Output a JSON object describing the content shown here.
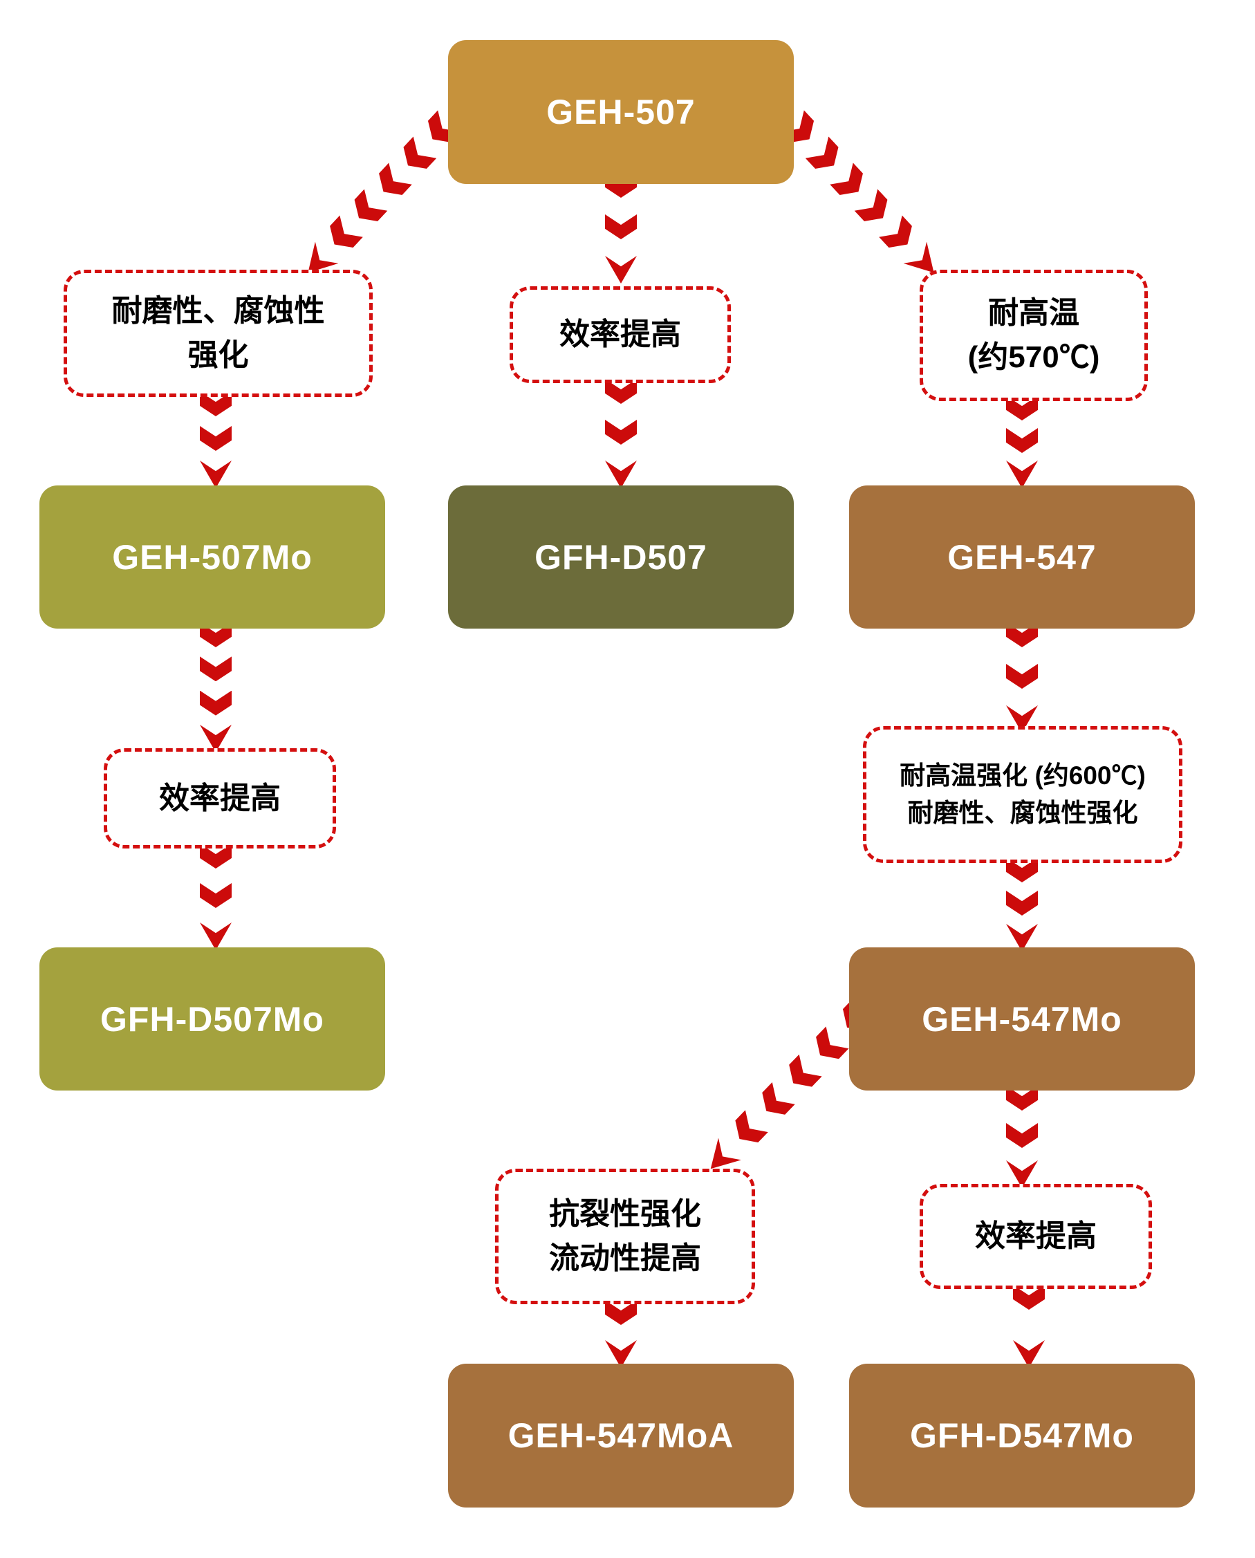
{
  "diagram": {
    "arrow_color": "#cc0b0b",
    "label_border_color": "#d40f0f",
    "nodes": [
      {
        "label": "GEH-507",
        "color": "#c6923c"
      },
      {
        "label": "GEH-507Mo",
        "color": "#a4a23e"
      },
      {
        "label": "GFH-D507",
        "color": "#6c6c3a"
      },
      {
        "label": "GEH-547",
        "color": "#a6713d"
      },
      {
        "label": "GFH-D507Mo",
        "color": "#a4a23e"
      },
      {
        "label": "GEH-547Mo",
        "color": "#a6713d"
      },
      {
        "label": "GEH-547MoA",
        "color": "#a6713d"
      },
      {
        "label": "GFH-D547Mo",
        "color": "#a6713d"
      }
    ],
    "edge_labels": [
      {
        "lines": [
          "耐磨性、腐蚀性",
          "强化"
        ]
      },
      {
        "lines": [
          "效率提高"
        ]
      },
      {
        "lines": [
          "耐高温",
          "(约570℃)"
        ]
      },
      {
        "lines": [
          "效率提高"
        ]
      },
      {
        "lines": [
          "耐高温强化 (约600℃)",
          "耐磨性、腐蚀性强化"
        ]
      },
      {
        "lines": [
          "抗裂性强化",
          "流动性提高"
        ]
      },
      {
        "lines": [
          "效率提高"
        ]
      }
    ],
    "edges": [
      {
        "from": "GEH-507",
        "to": "GEH-507Mo",
        "label": "耐磨性、腐蚀性强化"
      },
      {
        "from": "GEH-507",
        "to": "GFH-D507",
        "label": "效率提高"
      },
      {
        "from": "GEH-507",
        "to": "GEH-547",
        "label": "耐高温 (约570℃)"
      },
      {
        "from": "GEH-507Mo",
        "to": "GFH-D507Mo",
        "label": "效率提高"
      },
      {
        "from": "GEH-547",
        "to": "GEH-547Mo",
        "label": "耐高温强化 (约600℃)；耐磨性、腐蚀性强化"
      },
      {
        "from": "GEH-547Mo",
        "to": "GEH-547MoA",
        "label": "抗裂性强化、流动性提高"
      },
      {
        "from": "GEH-547Mo",
        "to": "GFH-D547Mo",
        "label": "效率提高"
      }
    ]
  }
}
